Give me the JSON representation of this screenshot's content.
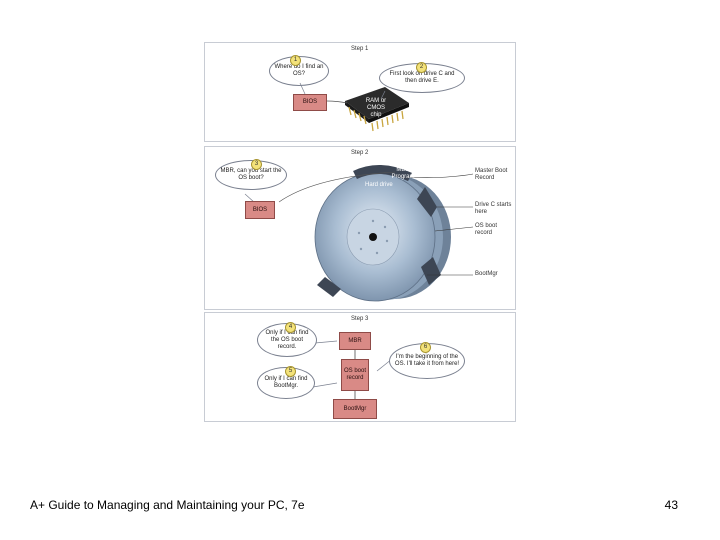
{
  "step1": {
    "title": "Step 1",
    "q_bubble": "Where do I find an OS?",
    "a_bubble": "First look on drive C and then drive E.",
    "bios": "BIOS",
    "chip": "RAM or CMOS chip",
    "n1": "1",
    "n2": "2"
  },
  "step2": {
    "title": "Step 2",
    "q_bubble": "MBR, can you start the OS boot?",
    "bios": "BIOS",
    "mbr_program": "MBR Program",
    "hard_drive": "Hard drive",
    "right_labels": [
      "Master Boot Record",
      "Drive C starts here",
      "OS boot record",
      "BootMgr"
    ],
    "n3": "3"
  },
  "step3": {
    "title": "Step 3",
    "b1": "Only if I can find the OS boot record.",
    "b2": "Only if I can find BootMgr.",
    "b3": "I'm the beginning of the OS. I'll take it from here!",
    "mbr": "MBR",
    "os_boot": "OS boot record",
    "bootmgr": "BootMgr",
    "n4": "4",
    "n5": "5",
    "n6": "6"
  },
  "footer": {
    "left": "A+ Guide to Managing and Maintaining your PC, 7e",
    "right": "43"
  },
  "colors": {
    "box": "#d98a86",
    "badge": "#f3e27a",
    "disk": "#8fa5bd"
  }
}
